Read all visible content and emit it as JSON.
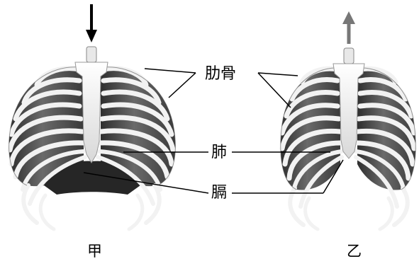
{
  "labels": {
    "rib": "肋骨",
    "lung": "肺",
    "diaphragm": "膈"
  },
  "captions": {
    "left": "甲",
    "right": "乙"
  },
  "arrows": {
    "left_direction": "down",
    "right_direction": "up"
  },
  "colors": {
    "bone": "#f5f5f5",
    "lung_dark": "#4a4a4a",
    "diaphragm": "#2a2a2a",
    "line": "#000000"
  }
}
